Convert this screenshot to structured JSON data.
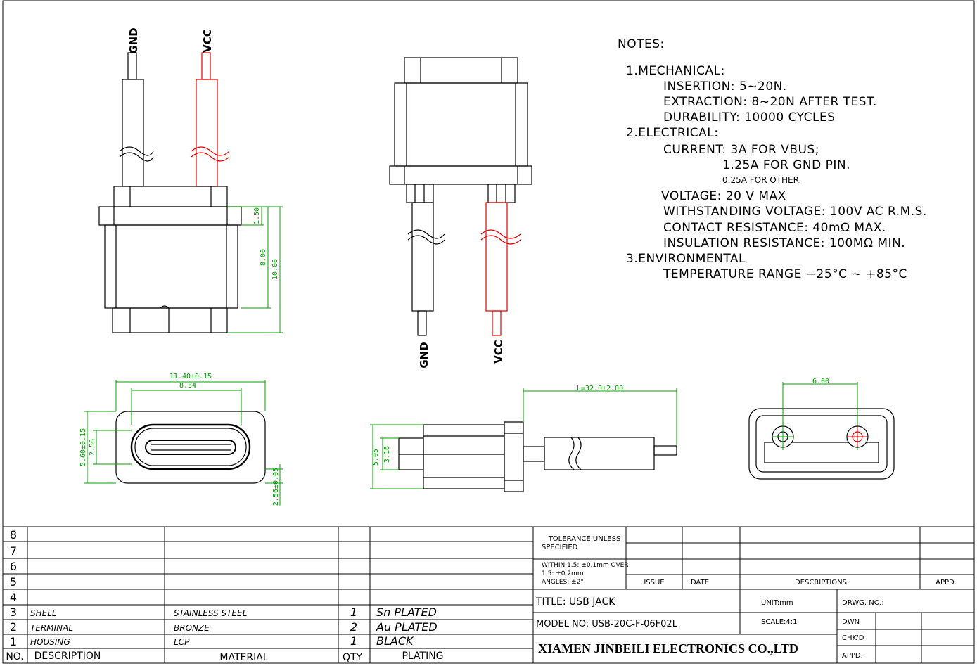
{
  "colors": {
    "line": "#000000",
    "dimension": "#00a000",
    "vcc_wire": "#e00000",
    "background": "#ffffff"
  },
  "wires": {
    "gnd": "GND",
    "vcc": "VCC"
  },
  "dimensions": {
    "h_1_50": "1.50",
    "h_8_00": "8.00",
    "h_10_00": "10.00",
    "w_11_40": "11.40±0.15",
    "w_8_34": "8.34",
    "h_5_60": "5.60±0.15",
    "h_2_56": "2.56",
    "h_2_56b": "2.56±0.05",
    "cable_length": "L=32.0±2.00",
    "h_5_05": "5.05",
    "h_3_16": "3.16",
    "pin_spacing": "6.00"
  },
  "notes": {
    "title": "NOTES:",
    "s1": "1.MECHANICAL:",
    "insertion": "INSERTION: 5~20N.",
    "extraction": "EXTRACTION: 8~20N AFTER TEST.",
    "durability": "DURABILITY: 10000 CYCLES",
    "s2": "2.ELECTRICAL:",
    "current": "CURRENT: 3A FOR VBUS;",
    "current_gnd": "1.25A FOR GND PIN.",
    "current_other": "0.25A FOR OTHER.",
    "voltage": "VOLTAGE: 20 V MAX",
    "withstanding": "WITHSTANDING VOLTAGE: 100V AC R.M.S.",
    "contact": "CONTACT RESISTANCE: 40mΩ MAX.",
    "insulation": "INSULATION RESISTANCE: 100MΩ MIN.",
    "s3": "3.ENVIRONMENTAL",
    "temperature": "TEMPERATURE RANGE −25°C ~ +85°C"
  },
  "bom": {
    "row_numbers": [
      "8",
      "7",
      "6",
      "5",
      "4",
      "3",
      "2",
      "1"
    ],
    "rows": [
      {
        "no": "3",
        "description": "SHELL",
        "material": "STAINLESS STEEL",
        "qty": "1",
        "plating": "Sn PLATED"
      },
      {
        "no": "2",
        "description": "TERMINAL",
        "material": "BRONZE",
        "qty": "2",
        "plating": "Au PLATED"
      },
      {
        "no": "1",
        "description": "HOUSING",
        "material": "LCP",
        "qty": "1",
        "plating": "BLACK"
      }
    ],
    "header": {
      "no": "NO.",
      "description": "DESCRIPTION",
      "material": "MATERIAL",
      "qty": "QTY",
      "plating": "PLATING"
    }
  },
  "titleblock": {
    "tolerance_1": "TOLERANCE UNLESS",
    "tolerance_2": "SPECIFIED",
    "within_1": "WITHIN 1.5: ±0.1mm OVER",
    "within_2": "1.5: ±0.2mm",
    "within_3": "ANGLES: ±2°",
    "issue": "ISSUE",
    "date": "DATE",
    "descriptions": "DESCRIPTIONS",
    "appd": "APPD.",
    "title": "TITLE: USB JACK",
    "unit": "UNIT:mm",
    "drwg_no": "DRWG. NO.:",
    "model": "MODEL NO: USB-20C-F-06F02L",
    "scale": "SCALE:4:1",
    "dwn": "DWN",
    "chkd": "CHK'D",
    "appd2": "APPD.",
    "company": "XIAMEN JINBEILI ELECTRONICS CO.,LTD"
  }
}
